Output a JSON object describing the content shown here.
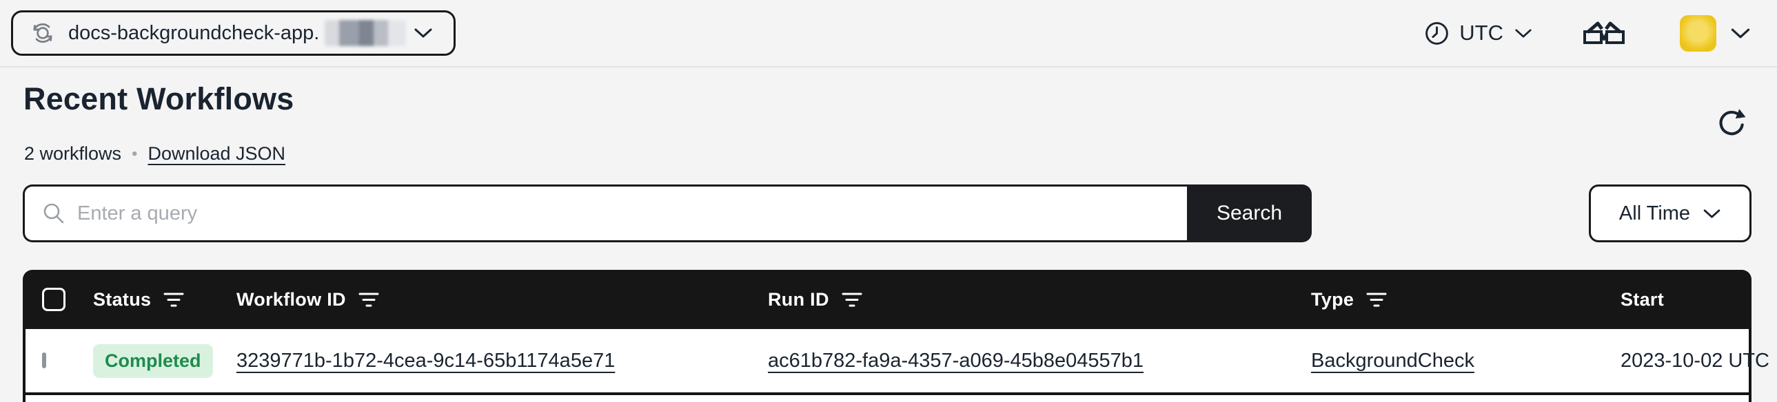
{
  "topbar": {
    "namespace": {
      "label": "docs-backgroundcheck-app.",
      "redacted_suffix": true
    },
    "timezone": {
      "label": "UTC"
    }
  },
  "header": {
    "title": "Recent Workflows",
    "count_label": "2 workflows",
    "separator": "•",
    "download_link_label": "Download JSON"
  },
  "search": {
    "placeholder": "Enter a query",
    "value": "",
    "button_label": "Search"
  },
  "time_filter": {
    "selected": "All Time"
  },
  "table": {
    "columns": [
      {
        "label": "Status",
        "filter": true
      },
      {
        "label": "Workflow ID",
        "filter": true
      },
      {
        "label": "Run ID",
        "filter": true
      },
      {
        "label": "Type",
        "filter": true
      },
      {
        "label": "Start",
        "filter": false
      }
    ],
    "rows": [
      {
        "status": "Completed",
        "workflow_id": "3239771b-1b72-4cea-9c14-65b1174a5e71",
        "run_id": "ac61b782-fa9a-4357-a069-45b8e04557b1",
        "type": "BackgroundCheck",
        "start": "2023-10-02 UTC"
      }
    ]
  },
  "icons": {
    "namespace_switcher": "namespace-switcher-icon",
    "clock": "clock-icon",
    "glasses": "labs-glasses-icon",
    "refresh": "refresh-icon",
    "search": "search-icon",
    "filter": "filter-icon",
    "chevron": "chevron-down-icon"
  },
  "colors": {
    "page-bg": "#f4f4f5",
    "text-dark": "#1a2430",
    "table-header-bg": "#161616",
    "search-button-bg": "#1c1d20",
    "badge-bg": "#d9f2e0",
    "badge-text": "#1e8b4d",
    "avatar-yellow": "#edc51a",
    "border-dark": "#17191d",
    "muted": "#a2a6ae"
  }
}
